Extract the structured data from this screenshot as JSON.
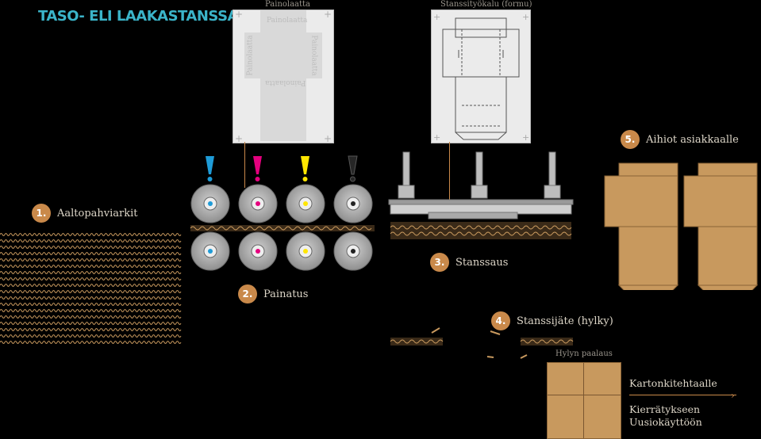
{
  "title": "TASO- ELI LAAKASTANSSAUS",
  "captions": {
    "printing_plate": "Painolaatta",
    "die_tool": "Stanssityökalu (formu)",
    "waste_bale": "Hylyn paalaus"
  },
  "plate_texts": {
    "top": "Painolaatta",
    "left": "Painolaatta",
    "right": "Painolaatta",
    "bottom": "Painolaatta"
  },
  "steps": [
    {
      "number": "1.",
      "label": "Aaltopahviarkit"
    },
    {
      "number": "2.",
      "label": "Painatus"
    },
    {
      "number": "3.",
      "label": "Stanssaus"
    },
    {
      "number": "4.",
      "label": "Stanssijäte (hylky)"
    },
    {
      "number": "5.",
      "label": "Aihiot asiakkaalle"
    }
  ],
  "outputs": {
    "to_mill": "Kartonkitehtaalle",
    "recycling_line1": "Kierrätykseen",
    "recycling_line2": "Uusiokäyttöön"
  },
  "colors": {
    "title": "#3bb4c9",
    "badge": "#c9894a",
    "cardboard": "#c8995e",
    "ink_cyan": "#1e9bd7",
    "ink_magenta": "#e5007e",
    "ink_yellow": "#ffe600",
    "ink_black": "#1a1a1a"
  },
  "ink_order": [
    "cyan",
    "magenta",
    "yellow",
    "black"
  ]
}
